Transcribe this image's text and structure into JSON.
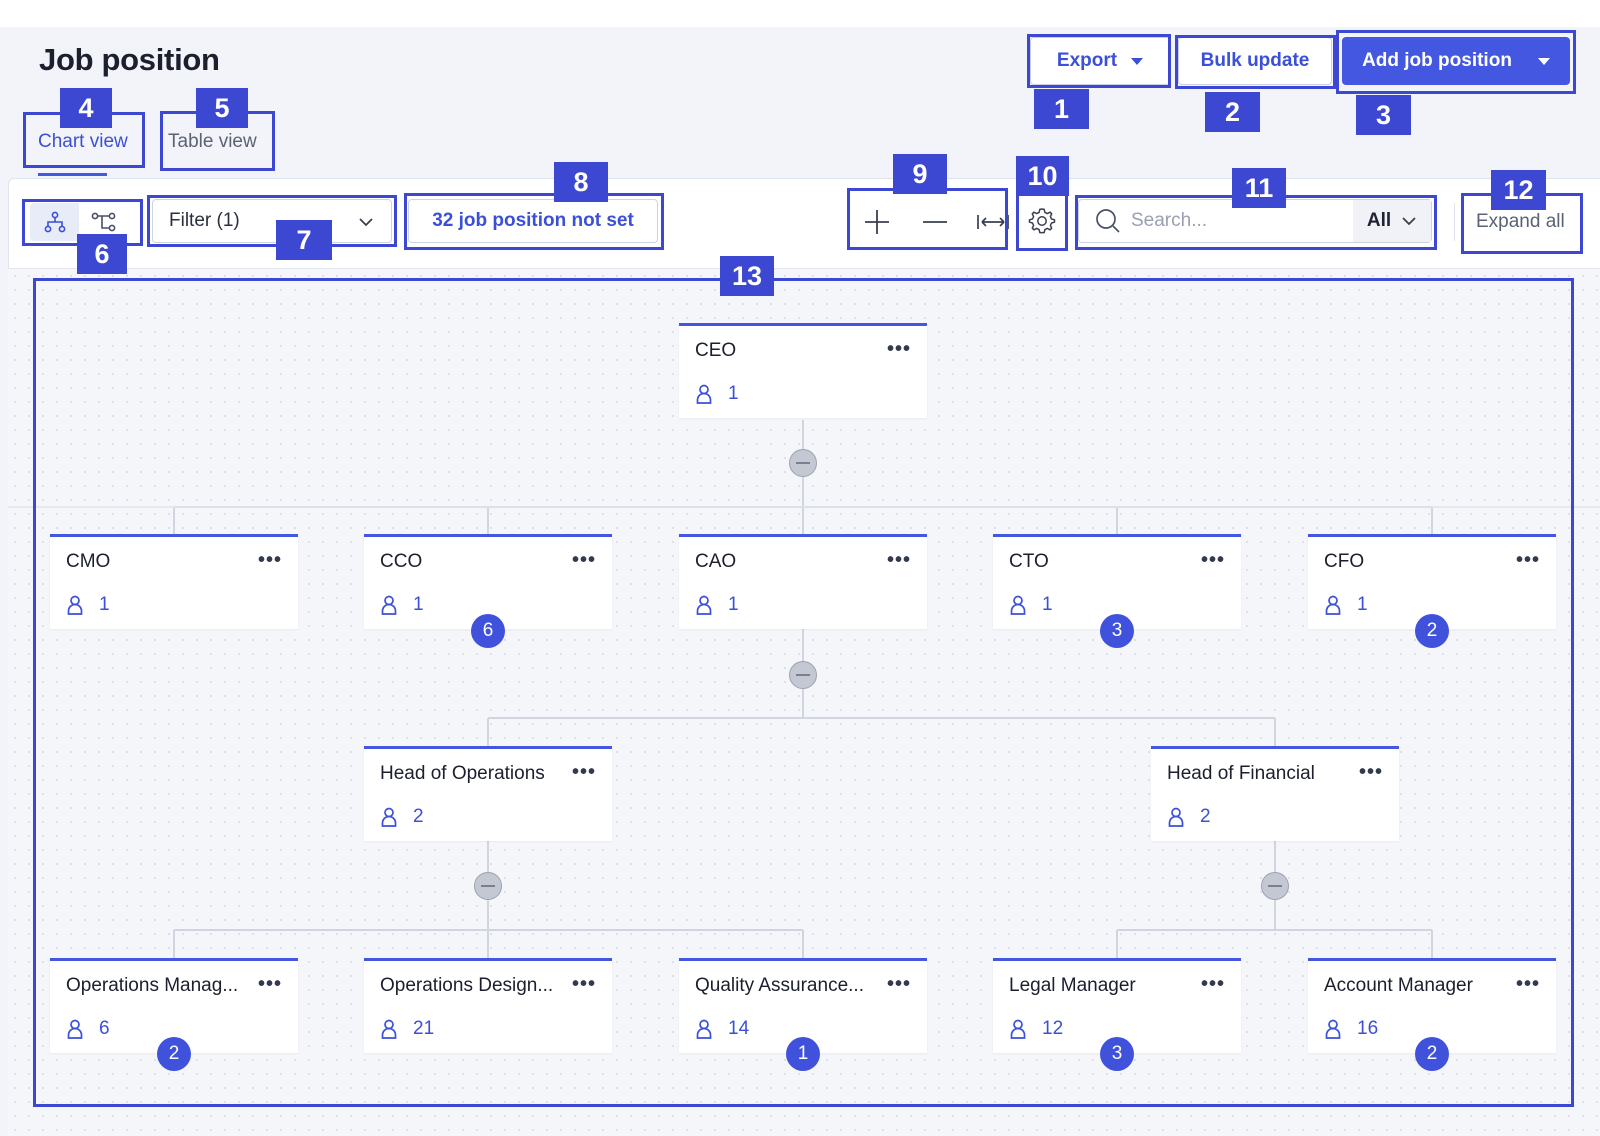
{
  "page": {
    "title": "Job position"
  },
  "header": {
    "export_label": "Export",
    "bulk_update_label": "Bulk update",
    "add_label": "Add job position"
  },
  "tabs": {
    "chart": "Chart view",
    "table": "Table view",
    "active": "chart"
  },
  "toolbar": {
    "view_modes": [
      "org-tree-icon",
      "branch-tree-icon"
    ],
    "filter_label": "Filter (1)",
    "not_set_label": "32 job position not set",
    "zoom_icons": [
      "plus-icon",
      "minus-icon",
      "fit-width-icon"
    ],
    "settings_icon": "gear-icon",
    "search_placeholder": "Search...",
    "search_scope": "All",
    "expand_label": "Expand all"
  },
  "annotations": [
    "1",
    "2",
    "3",
    "4",
    "5",
    "6",
    "7",
    "8",
    "9",
    "10",
    "11",
    "12",
    "13"
  ],
  "chart": {
    "ceo": {
      "title": "CEO",
      "count": "1"
    },
    "level1": [
      {
        "title": "CMO",
        "count": "1",
        "badge": ""
      },
      {
        "title": "CCO",
        "count": "1",
        "badge": "6"
      },
      {
        "title": "CAO",
        "count": "1",
        "badge": ""
      },
      {
        "title": "CTO",
        "count": "1",
        "badge": "3"
      },
      {
        "title": "CFO",
        "count": "1",
        "badge": "2"
      }
    ],
    "level2": [
      {
        "title": "Head of Operations",
        "count": "2"
      },
      {
        "title": "Head of Financial",
        "count": "2"
      }
    ],
    "level3": [
      {
        "title": "Operations Manag...",
        "count": "6",
        "badge": "2"
      },
      {
        "title": "Operations Design...",
        "count": "21",
        "badge": ""
      },
      {
        "title": "Quality Assurance...",
        "count": "14",
        "badge": "1"
      },
      {
        "title": "Legal Manager",
        "count": "12",
        "badge": "3"
      },
      {
        "title": "Account Manager",
        "count": "16",
        "badge": "2"
      }
    ]
  },
  "colors": {
    "accent": "#4457e0",
    "annotation": "#3d48d2",
    "background": "#f2f4f9"
  }
}
